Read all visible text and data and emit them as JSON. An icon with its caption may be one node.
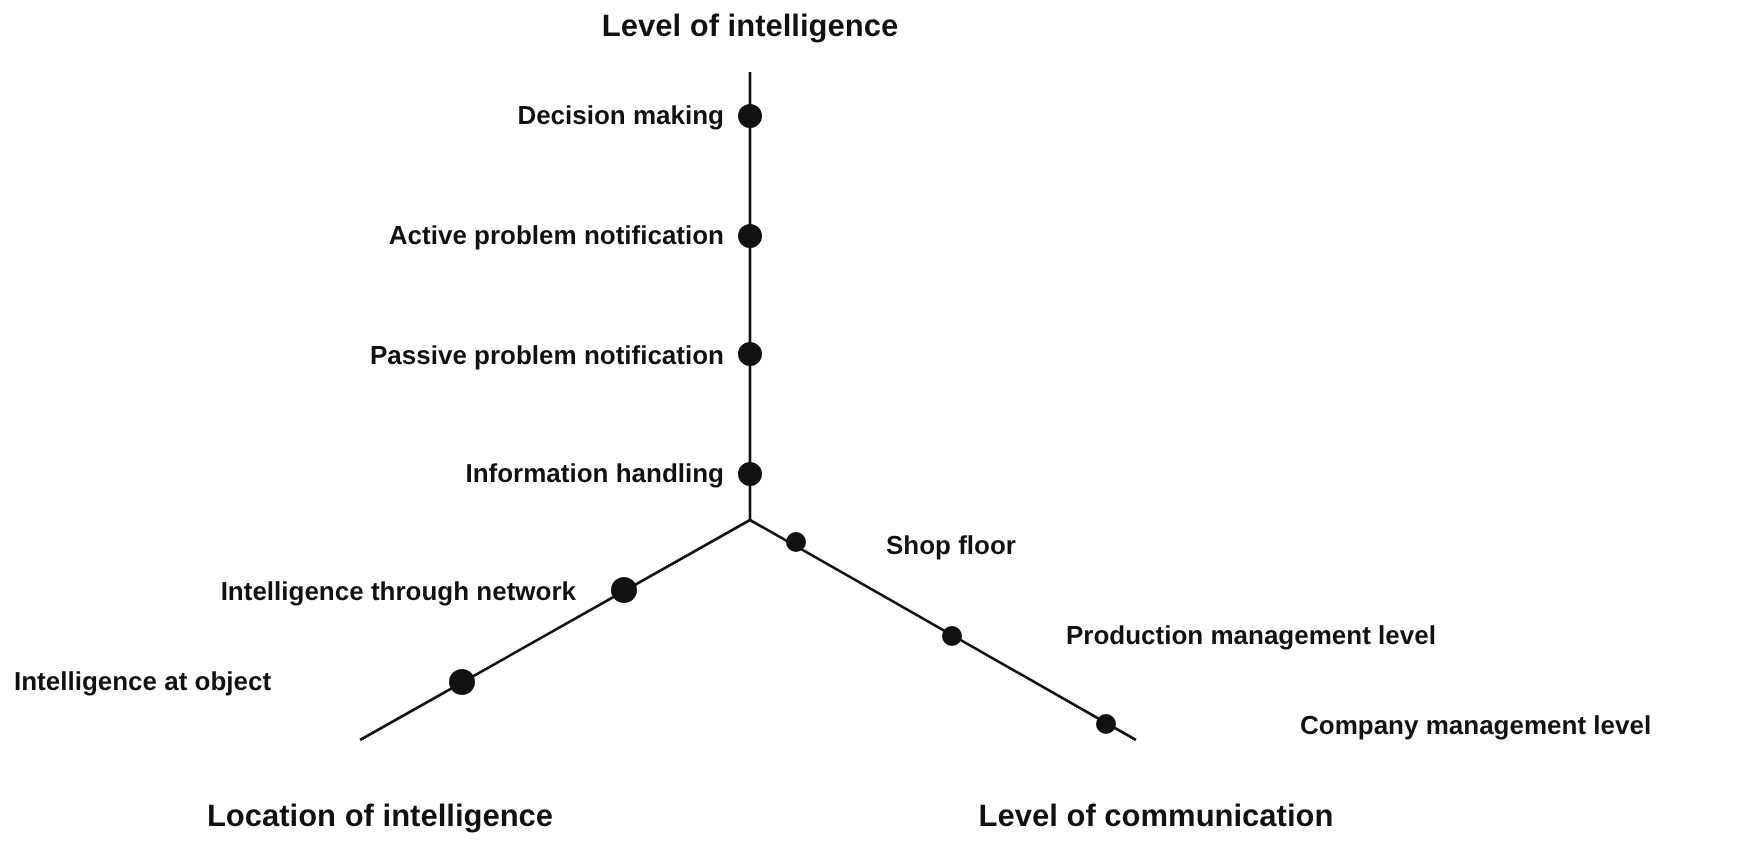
{
  "diagram": {
    "labels": [
      "Level of intelligence",
      "Decision making",
      "Active problem notification",
      "Passive problem notification",
      "Information handling",
      "Shop floor",
      "Intelligence through network",
      "Production management level",
      "Intelligence at object",
      "Company management level",
      "Location of intelligence",
      "Level of communication"
    ]
  }
}
